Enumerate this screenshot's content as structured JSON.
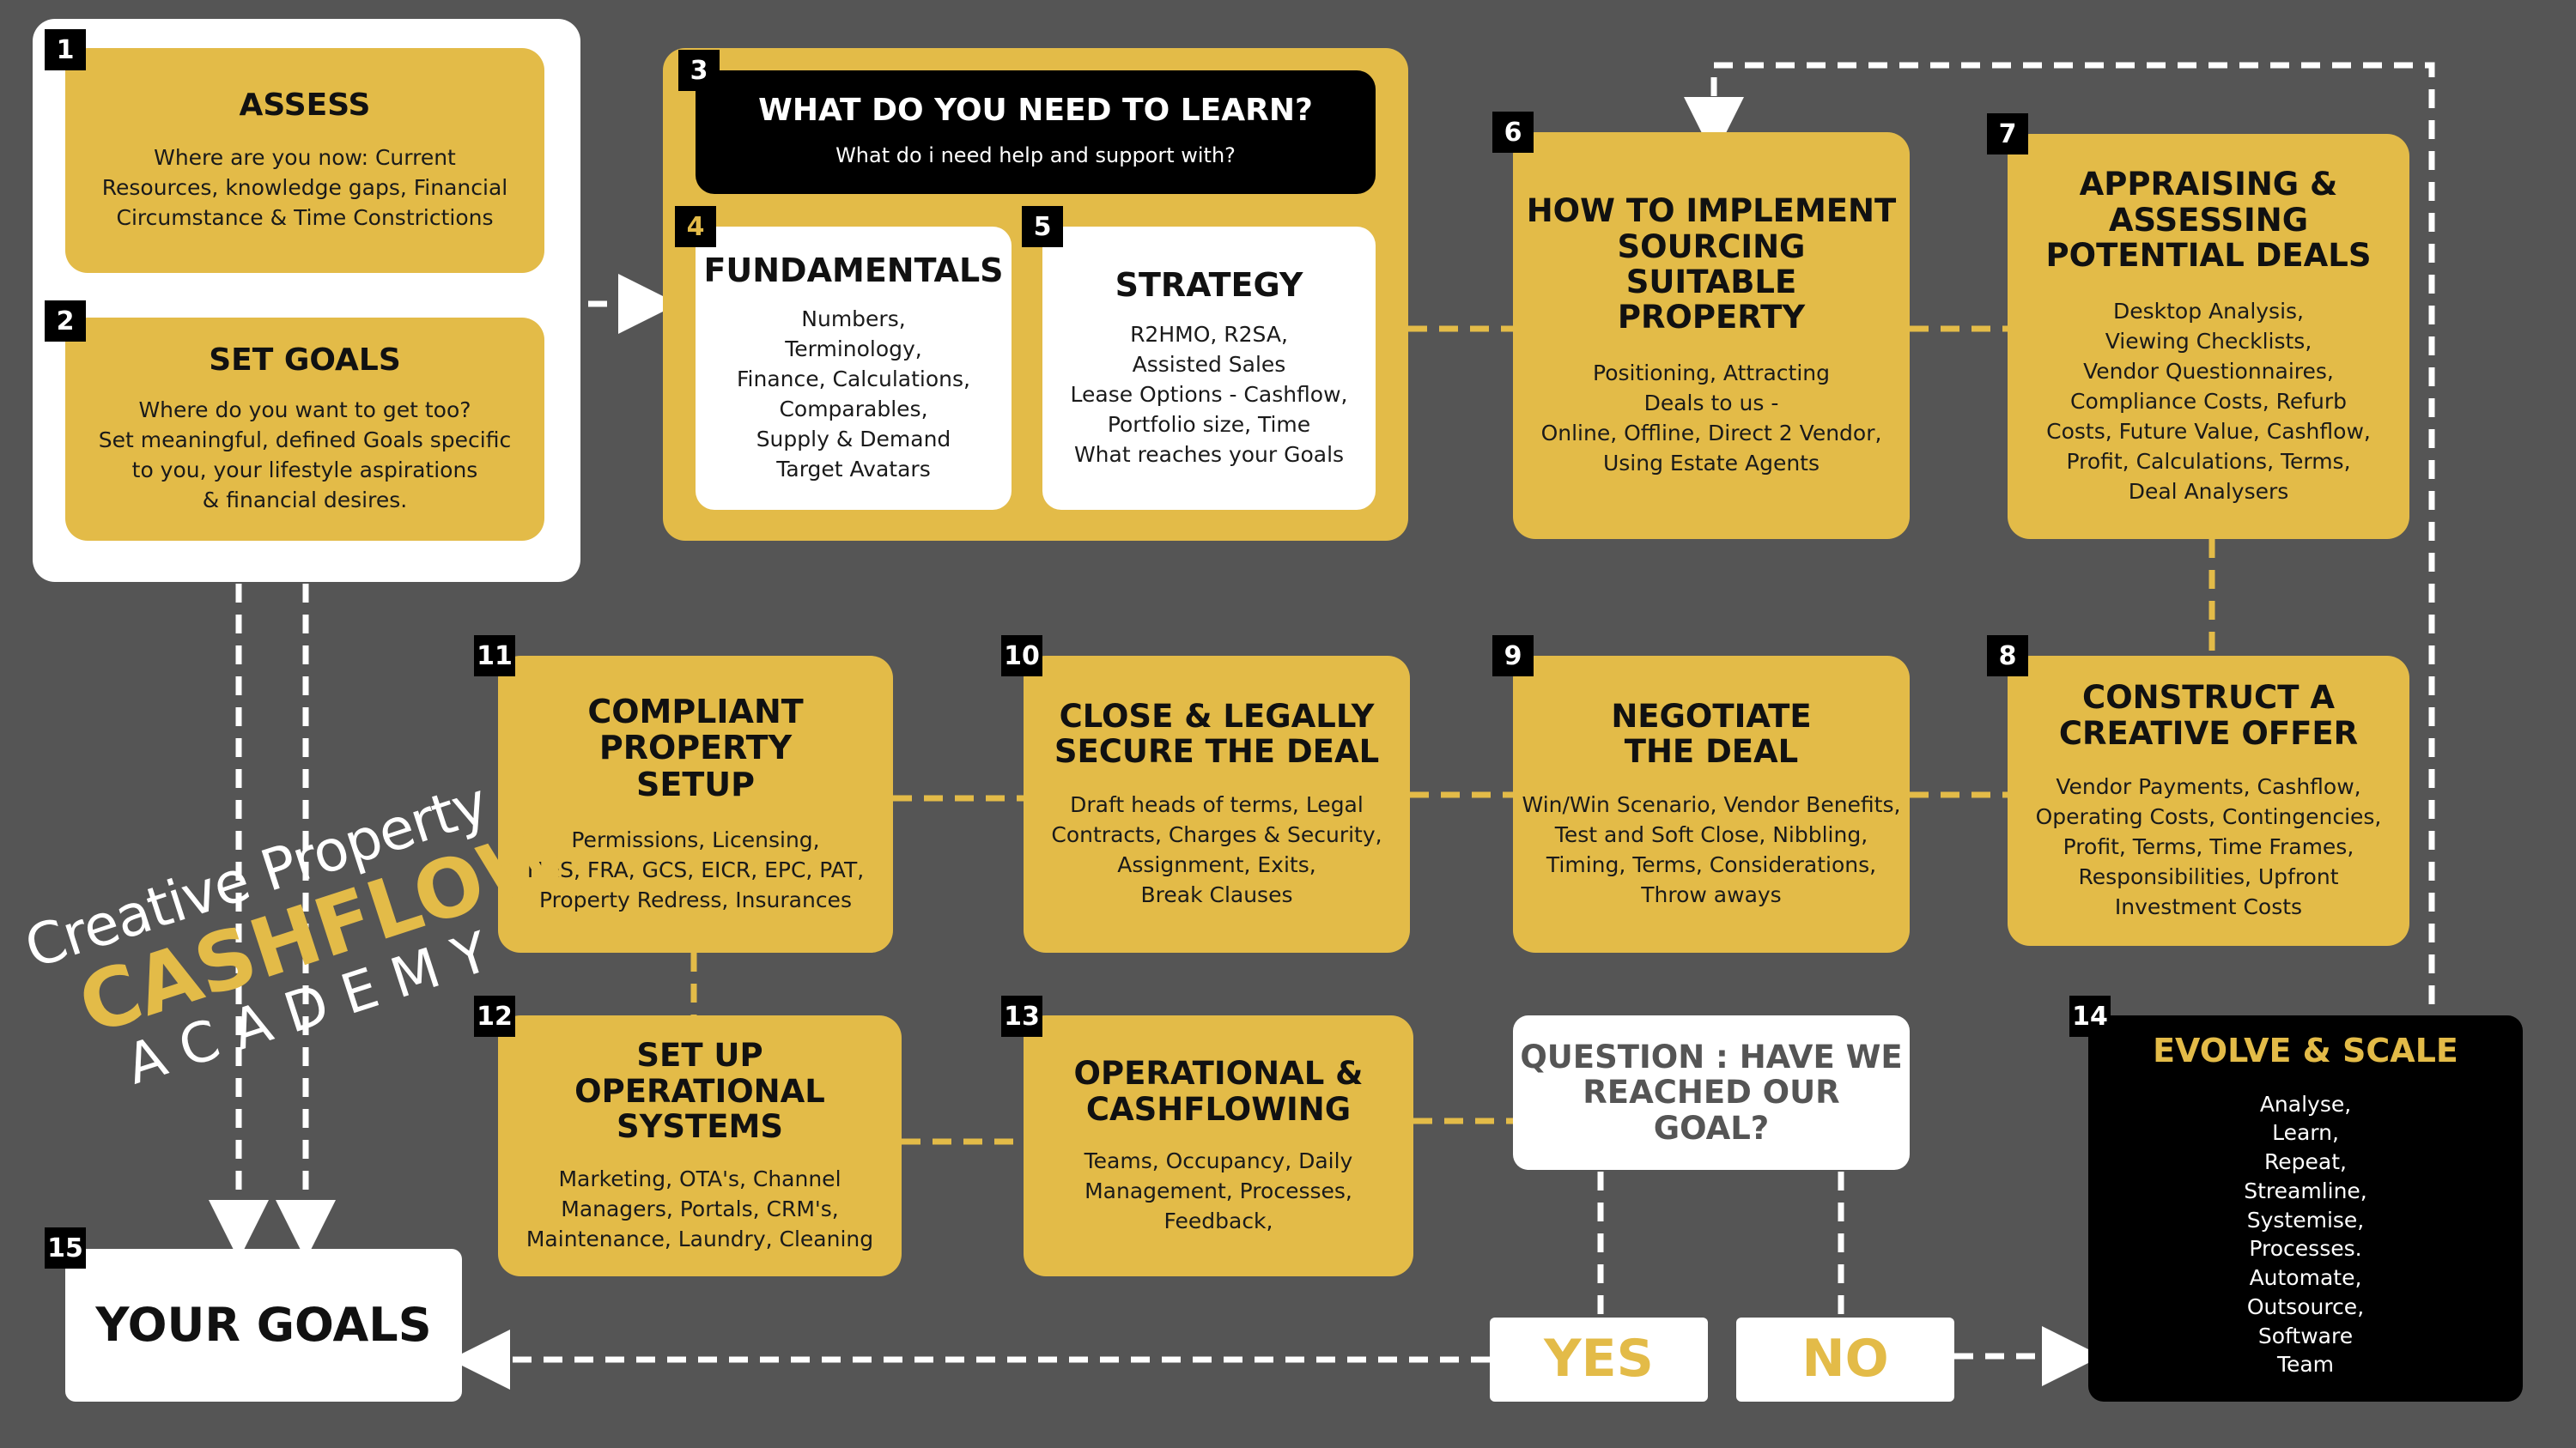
{
  "steps": {
    "s1": {
      "num": "1",
      "title": "ASSESS",
      "body": "Where are you now: Current\nResources, knowledge gaps, Financial\nCircumstance & Time Constrictions"
    },
    "s2": {
      "num": "2",
      "title": "SET GOALS",
      "body": "Where do you want to get too?\nSet meaningful, defined Goals specific\nto you, your lifestyle aspirations\n& financial desires."
    },
    "s3": {
      "num": "3",
      "title": "WHAT DO YOU NEED TO LEARN?",
      "body": "What do i need help and support with?"
    },
    "s4": {
      "num": "4",
      "title": "FUNDAMENTALS",
      "body": "Numbers,\nTerminology,\nFinance, Calculations,\nComparables,\nSupply & Demand\nTarget Avatars"
    },
    "s5": {
      "num": "5",
      "title": "STRATEGY",
      "body": "R2HMO, R2SA,\nAssisted Sales\nLease Options - Cashflow,\nPortfolio size, Time\nWhat reaches your Goals"
    },
    "s6": {
      "num": "6",
      "title": "HOW TO IMPLEMENT\nSOURCING\nSUITABLE\nPROPERTY",
      "body": "Positioning, Attracting\nDeals to us -\nOnline, Offline, Direct 2 Vendor,\nUsing Estate Agents"
    },
    "s7": {
      "num": "7",
      "title": "APPRAISING &\nASSESSING\nPOTENTIAL DEALS",
      "body": "Desktop Analysis,\nViewing Checklists,\nVendor Questionnaires,\nCompliance Costs, Refurb\nCosts, Future Value, Cashflow,\nProfit, Calculations, Terms,\nDeal Analysers"
    },
    "s8": {
      "num": "8",
      "title": "CONSTRUCT A\nCREATIVE OFFER",
      "body": "Vendor Payments, Cashflow,\nOperating Costs, Contingencies,\nProfit, Terms, Time Frames,\nResponsibilities, Upfront\nInvestment Costs"
    },
    "s9": {
      "num": "9",
      "title": "NEGOTIATE\nTHE DEAL",
      "body": "Win/Win Scenario, Vendor Benefits,\nTest and Soft Close, Nibbling,\nTiming, Terms, Considerations,\nThrow aways"
    },
    "s10": {
      "num": "10",
      "title": "CLOSE & LEGALLY\nSECURE THE DEAL",
      "body": "Draft heads of terms, Legal\nContracts, Charges & Security,\nAssignment, Exits,\nBreak Clauses"
    },
    "s11": {
      "num": "11",
      "title": "COMPLIANT\nPROPERTY\nSETUP",
      "body": "Permissions, Licensing,\nH&S, FRA, GCS, EICR, EPC, PAT,\nProperty Redress, Insurances"
    },
    "s12": {
      "num": "12",
      "title": "SET UP\nOPERATIONAL\nSYSTEMS",
      "body": "Marketing, OTA's, Channel\nManagers, Portals, CRM's,\nMaintenance, Laundry, Cleaning"
    },
    "s13": {
      "num": "13",
      "title": "OPERATIONAL &\nCASHFLOWING",
      "body": "Teams, Occupancy, Daily\nManagement, Processes,\nFeedback,"
    },
    "s14": {
      "num": "14",
      "title": "EVOLVE & SCALE",
      "body": "Analyse,\nLearn,\nRepeat,\nStreamline,\nSystemise,\nProcesses.\nAutomate,\nOutsource,\nSoftware\nTeam"
    },
    "s15": {
      "num": "15",
      "title": "YOUR GOALS"
    }
  },
  "question": {
    "text": "QUESTION : HAVE WE\nREACHED OUR\nGOAL?",
    "yes": "YES",
    "no": "NO"
  },
  "brand": {
    "line1": "Creative Property",
    "line2": "CASHFLOW",
    "line3": "A C A D E M Y"
  },
  "colors": {
    "background": "#555555",
    "gold": "#e3bb48",
    "black": "#000000",
    "white": "#ffffff"
  }
}
